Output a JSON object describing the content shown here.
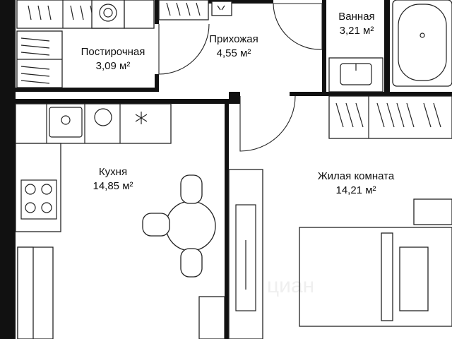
{
  "rooms": {
    "storage": {
      "name": "Постирочная",
      "area": "3,09 м²"
    },
    "hallway": {
      "name": "Прихожая",
      "area": "4,55 м²"
    },
    "bathroom": {
      "name": "Ванная",
      "area": "3,21 м²"
    },
    "kitchen": {
      "name": "Кухня",
      "area": "14,85 м²"
    },
    "living": {
      "name": "Жилая комната",
      "area": "14,21 м²"
    }
  },
  "watermark": "циан"
}
